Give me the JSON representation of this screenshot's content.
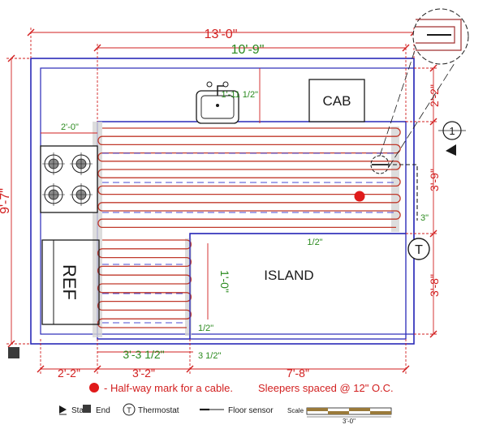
{
  "dimensions": {
    "overall_width": "13'-0\"",
    "inner_width": "10'-9\"",
    "left_height": "9'-7\"",
    "right_top": "2'-2\"",
    "right_middle": "3'-9\"",
    "right_bottom": "3'-8\"",
    "bottom_left": "2'-2\"",
    "bottom_middle": "3'-2\"",
    "bottom_right": "7'-8\"",
    "sink_to_wall": "1'-11 1/2\"",
    "stove_gap": "2'-0\"",
    "lower_zone_width": "3'-3 1/2\"",
    "lower_zone_height": "1'-0\"",
    "half_inch_a": "1/2\"",
    "half_inch_b": "1/2\"",
    "three_and_half": "3 1/2\"",
    "three_inch": "3\""
  },
  "labels": {
    "cab": "CAB",
    "island": "ISLAND",
    "ref": "REF",
    "start_marker": "1",
    "thermostat_marker": "T"
  },
  "notes": {
    "half_way": "- Half-way mark for a cable.",
    "sleepers": "Sleepers spaced @ 12\" O.C."
  },
  "legend": {
    "start": "Start",
    "end": "End",
    "thermostat": "Thermostat",
    "floor_sensor": "Floor sensor",
    "scale_label": "Scale",
    "scale_value": "3'-0\""
  },
  "colors": {
    "wall": "#2a2ab8",
    "cable": "#c0392b",
    "dimension": "#d21f1f",
    "subdimension": "#2a8a1e",
    "sleeper": "#c8c8c8"
  }
}
